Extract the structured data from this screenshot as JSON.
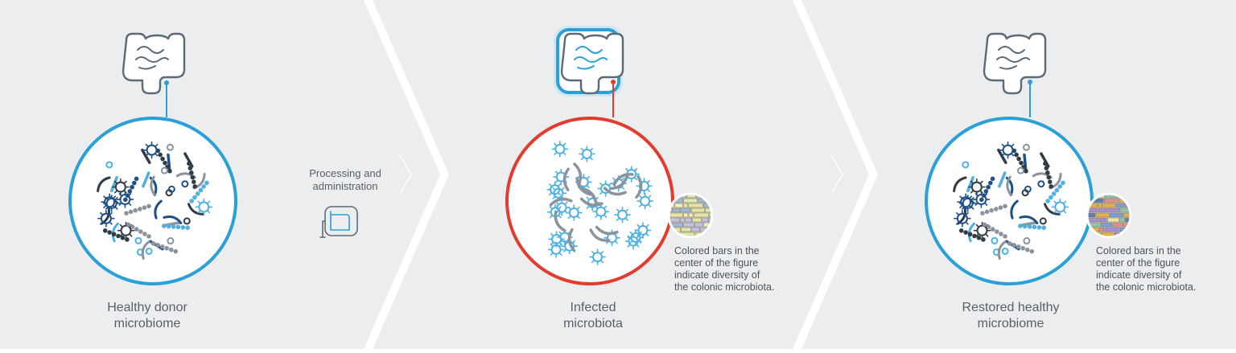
{
  "colors": {
    "background": "#ebedee",
    "healthy_ring": "#2a9fd8",
    "infected_ring": "#e43b2f",
    "gut_outline": "#5b6a78",
    "gut_highlight": "#2a9fd8",
    "microbe_dark_blue": "#1f4f86",
    "microbe_light_blue": "#4fb1e3",
    "microbe_grey": "#8a949e",
    "microbe_dark": "#2f3b45"
  },
  "panels": [
    {
      "id": "healthy",
      "caption": "Healthy donor\nmicrobiome",
      "icon": "intestine-icon",
      "state": "healthy"
    },
    {
      "id": "infected",
      "caption": "Infected\nmicrobiota",
      "icon": "intestine-icon",
      "state": "infected",
      "note": "Colored bars in the\ncenter of the figure\nindicate diversity of\nthe colonic microbiota."
    },
    {
      "id": "restored",
      "caption": "Restored healthy\nmicrobiome",
      "icon": "intestine-icon",
      "state": "restored",
      "note": "Colored bars in the\ncenter of the figure\nindicate diversity of\nthe colonic microbiota."
    }
  ],
  "step": {
    "label": "Processing and\nadministration",
    "icon": "iv-bag-icon"
  }
}
